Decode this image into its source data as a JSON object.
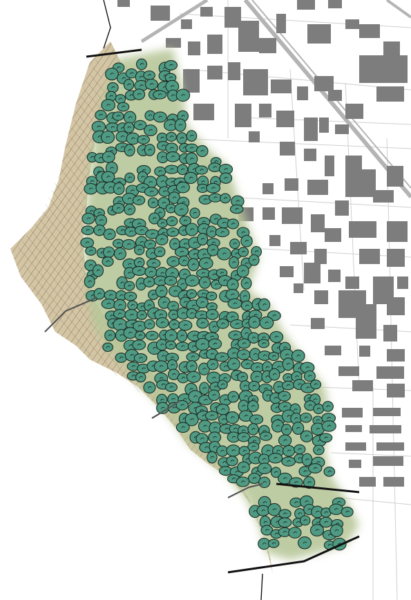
{
  "map": {
    "view": "site plan",
    "features": [
      "urban-buildings",
      "streets",
      "railway",
      "forest-canopy",
      "tree-crowns",
      "escarpment-hatching",
      "access-paths",
      "section-cut-lines"
    ],
    "colors": {
      "background": "#ffffff",
      "building": "#7d7d7d",
      "street": "#cfcfcf",
      "railway": "#b4b4b4",
      "forest": "#b8c79a",
      "tree_crown": "#4f9a83",
      "tree_outline": "#1b2a24",
      "slope": "#cdbb94",
      "hatch": "#3a3328"
    }
  }
}
